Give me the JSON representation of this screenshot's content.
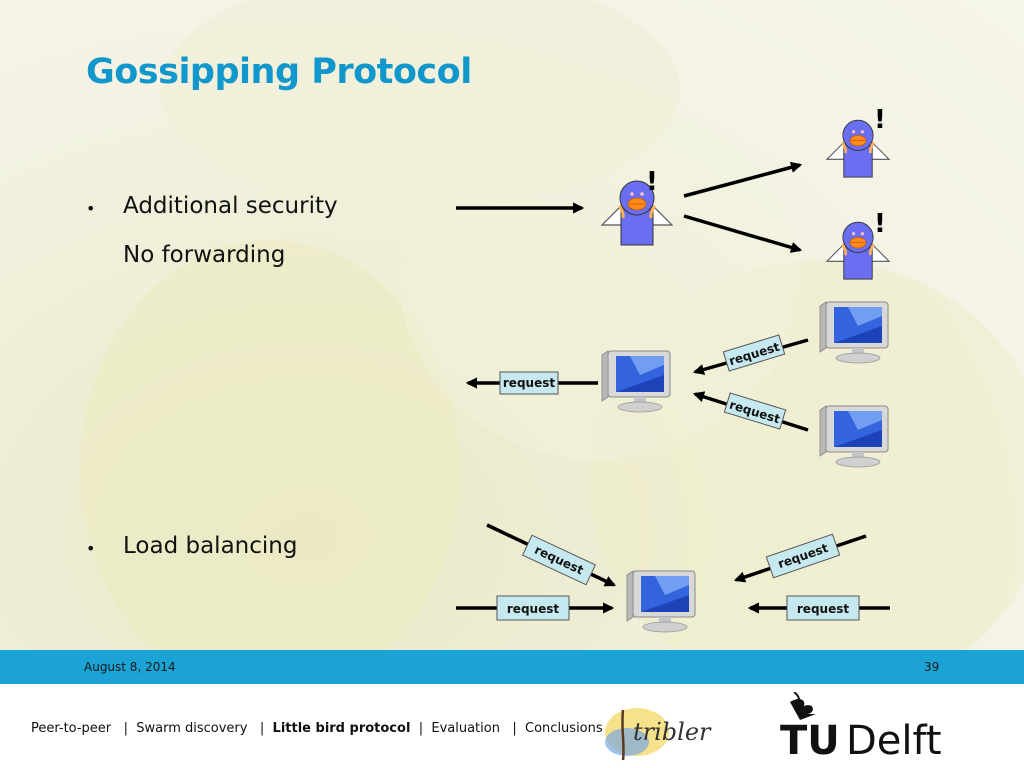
{
  "slide": {
    "title": "Gossipping Protocol",
    "bullets": [
      {
        "text": "Additional security",
        "sub": "No forwarding"
      },
      {
        "text": "Load balancing"
      }
    ],
    "bullet_symbol": "•"
  },
  "diagram": {
    "alert_mark": "!",
    "request_label": "request"
  },
  "footer": {
    "date": "August 8, 2014",
    "page": "39",
    "nav": {
      "item1": "Peer-to-peer",
      "item2": "Swarm discovery",
      "item3": "Little bird protocol",
      "item4": "Evaluation",
      "item5": "Conclusions",
      "sep": "|"
    },
    "logos": {
      "tribler": "tribler",
      "tu": "TU",
      "delft": "Delft"
    }
  },
  "colors": {
    "title": "#1297cc",
    "footer_bar": "#1ba3d6",
    "bird_body": "#6a6ef0",
    "bird_beak": "#ff8a1e",
    "label_bg": "#c6e9ef"
  }
}
